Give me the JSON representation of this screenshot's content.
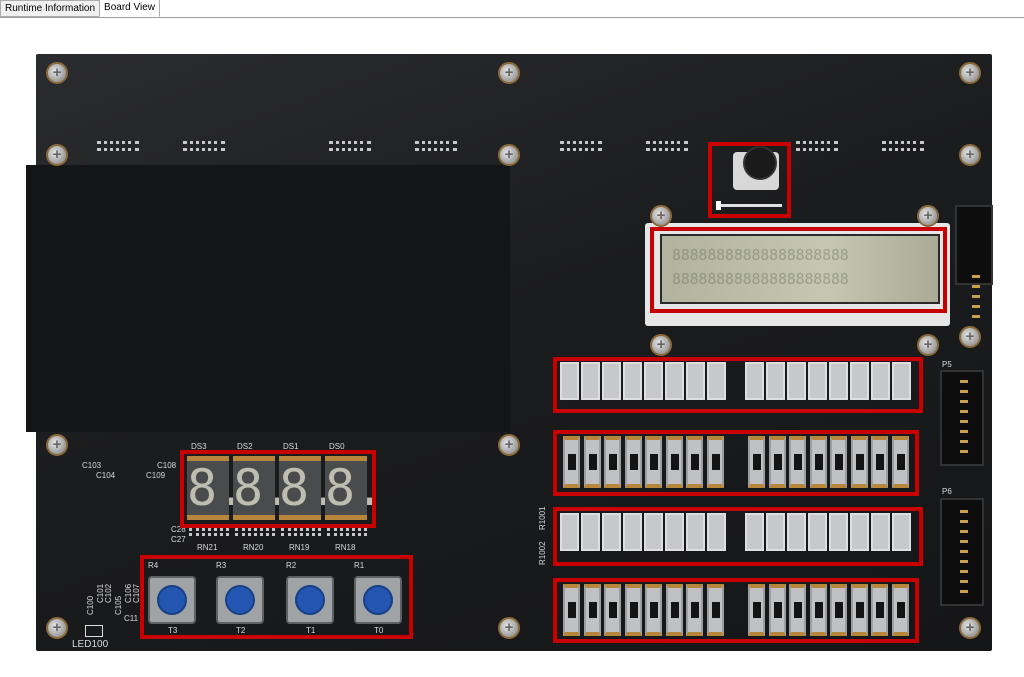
{
  "tabs": [
    {
      "label": "Runtime Information",
      "selected": false
    },
    {
      "label": "Board View",
      "selected": true
    }
  ],
  "board": {
    "highlight_color": "#c80000",
    "seven_segment": {
      "labels": [
        "DS3",
        "DS2",
        "DS1",
        "DS0"
      ],
      "glyph": "8.",
      "resistor_labels": [
        "RN21",
        "RN20",
        "RN19",
        "RN18"
      ],
      "cap_labels": [
        "C28",
        "C27"
      ]
    },
    "buttons": {
      "labels": [
        "T3",
        "T2",
        "T1",
        "T0"
      ],
      "resistor_labels": [
        "R4",
        "R3",
        "R2",
        "R1"
      ],
      "color": "#2256b0"
    },
    "caps": [
      "C103",
      "C104",
      "C108",
      "C109",
      "C100",
      "C101",
      "C102",
      "C105",
      "C106",
      "C107",
      "C11"
    ],
    "led100_label": "LED100",
    "lcd": {
      "rows": [
        "88888888888888888888",
        "88888888888888888888"
      ]
    },
    "potentiometer": {
      "value": 0
    },
    "led_bars": {
      "count_per_group": 8
    },
    "switches": {
      "count_per_group": 8
    },
    "resistors": [
      "R1001",
      "R1002"
    ],
    "connectors": [
      "P5",
      "P6"
    ]
  }
}
